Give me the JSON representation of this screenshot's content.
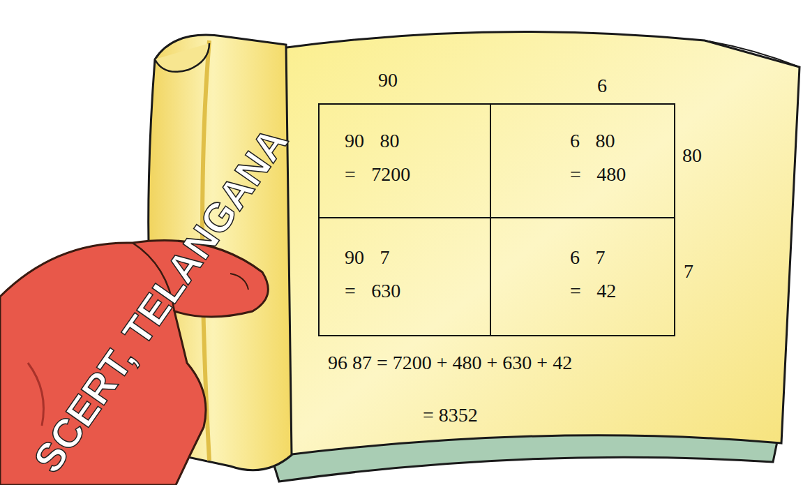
{
  "diagram": {
    "nodes": [
      {
        "text": [
          "90 80",
          "= 7200"
        ]
      },
      {
        "text": [
          "6 80",
          "= 480"
        ]
      },
      {
        "text": [
          "90 7",
          "= 630"
        ]
      },
      {
        "text": [
          "6 7",
          "= 42"
        ]
      }
    ],
    "labels": [
      "90",
      "6",
      "80",
      "7",
      "96 87 = 7200 + 480 + 630 + 42",
      "= 8352",
      "SCERT, TELANGANA"
    ]
  }
}
